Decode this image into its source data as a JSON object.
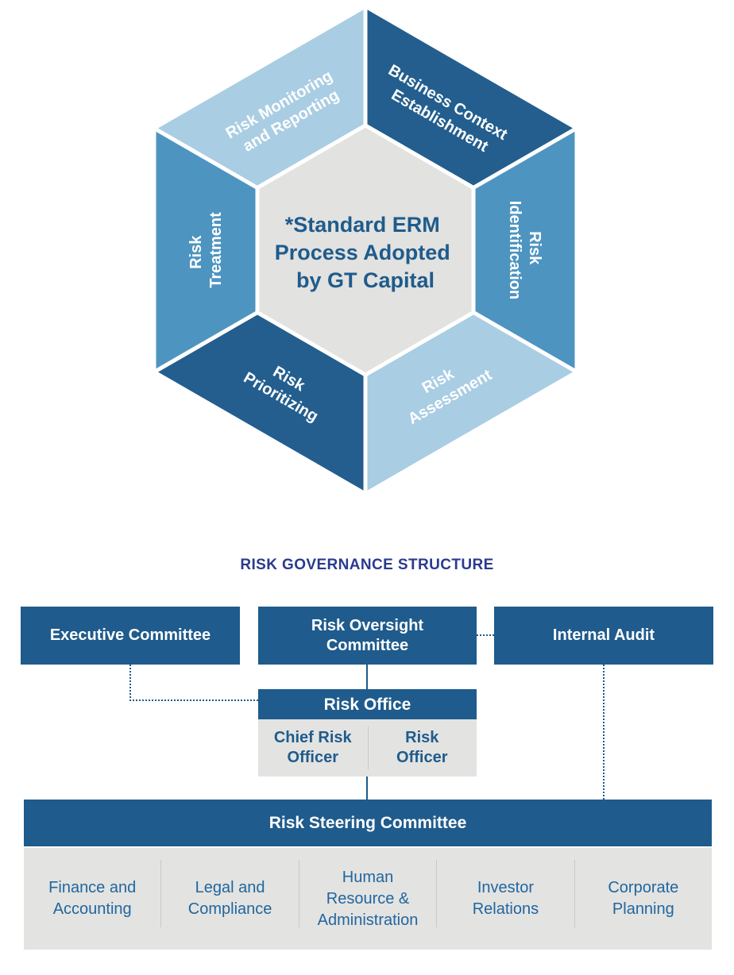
{
  "colors": {
    "dark_blue": "#1f5b8c",
    "hex_dark_segment": "#235e8e",
    "hex_medium_segment": "#4e94c0",
    "hex_light_segment": "#a9cde3",
    "hex_center_gray": "#e2e2e0",
    "panel_gray": "#e3e3e1",
    "heading_indigo": "#2b3a8f",
    "department_text": "#2166a0",
    "segment_text": "#ffffff"
  },
  "hexagon": {
    "center_lines": [
      "*Standard ERM",
      "Process Adopted",
      "by GT Capital"
    ],
    "segments": [
      {
        "name": "business-context-establishment",
        "tone": "dark",
        "lines": [
          "Business Context",
          "Establishment"
        ]
      },
      {
        "name": "risk-identification",
        "tone": "medium",
        "lines": [
          "Risk",
          "Identification"
        ]
      },
      {
        "name": "risk-assessment",
        "tone": "light",
        "lines": [
          "Risk",
          "Assessment"
        ]
      },
      {
        "name": "risk-prioritizing",
        "tone": "dark",
        "lines": [
          "Risk",
          "Prioritizing"
        ]
      },
      {
        "name": "risk-treatment",
        "tone": "medium",
        "lines": [
          "Risk",
          "Treatment"
        ]
      },
      {
        "name": "risk-monitoring-and-reporting",
        "tone": "light",
        "lines": [
          "Risk Monitoring",
          "and Reporting"
        ]
      }
    ]
  },
  "governance": {
    "heading": "RISK GOVERNANCE STRUCTURE",
    "top_row": [
      {
        "name": "executive-committee",
        "lines": [
          "Executive Committee"
        ]
      },
      {
        "name": "risk-oversight-committee",
        "lines": [
          "Risk Oversight",
          "Committee"
        ]
      },
      {
        "name": "internal-audit",
        "lines": [
          "Internal Audit"
        ]
      }
    ],
    "risk_office": {
      "title": "Risk Office",
      "members": [
        [
          "Chief Risk",
          "Officer"
        ],
        [
          "Risk",
          "Officer"
        ]
      ]
    },
    "steering_committee": "Risk Steering Committee",
    "departments": [
      [
        "Finance and",
        "Accounting"
      ],
      [
        "Legal and",
        "Compliance"
      ],
      [
        "Human",
        "Resource &",
        "Administration"
      ],
      [
        "Investor",
        "Relations"
      ],
      [
        "Corporate",
        "Planning"
      ]
    ]
  }
}
